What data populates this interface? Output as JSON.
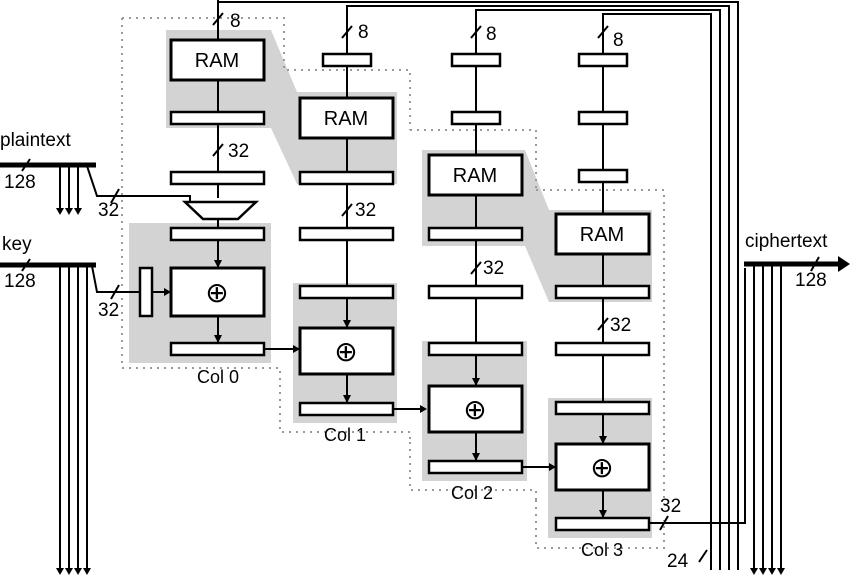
{
  "inputs": {
    "plaintext": "plaintext",
    "key": "key",
    "ciphertext": "ciphertext"
  },
  "widths": {
    "plaintext": "128",
    "key": "128",
    "ciphertext": "128",
    "pt_branch": "32",
    "key_branch": "32",
    "out_branch": "32",
    "ctrl": "24",
    "ram_in": "8",
    "ram_out": "32"
  },
  "ram_label": "RAM",
  "xor_symbol": "⊕",
  "columns": [
    "Col 0",
    "Col 1",
    "Col 2",
    "Col 3"
  ]
}
